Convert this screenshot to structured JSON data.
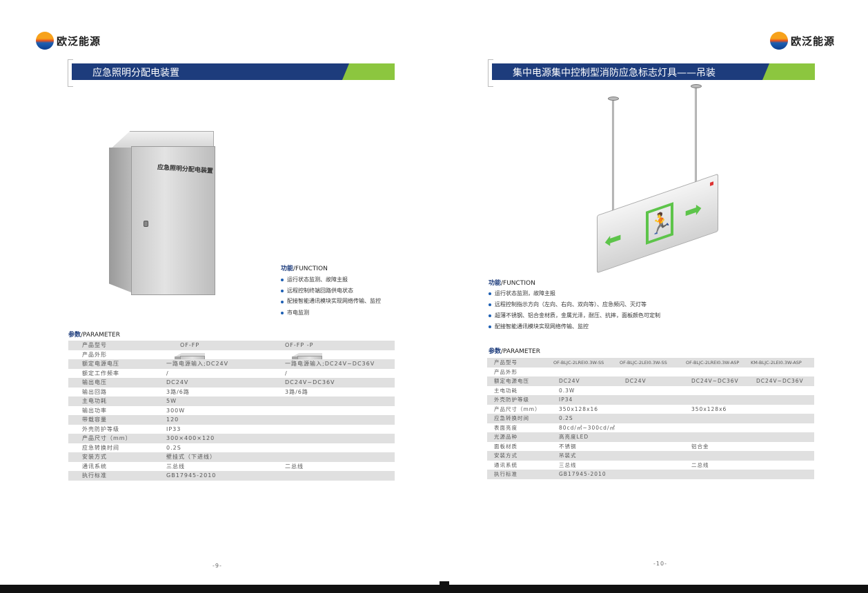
{
  "brand": {
    "name": "欧泛能源"
  },
  "left": {
    "title": "应急照明分配电装置",
    "cabinet_label": "应急照明分配电装置",
    "function_head": {
      "cn": "功能",
      "en": "/FUNCTION"
    },
    "functions": [
      "运行状态监测、故障主报",
      "远程控制终端回路供电状态",
      "配接智能通讯模块实现网络传输、监控",
      "市电监测"
    ],
    "param_head": {
      "cn": "参数",
      "en": "/PARAMETER"
    },
    "models": [
      "OF-FP",
      "OF-FP-P"
    ],
    "rows": [
      {
        "label": "产品型号",
        "v": [
          "OF-FP",
          "OF-FP -P"
        ]
      },
      {
        "label": "产品外形",
        "v": [
          "",
          ""
        ]
      },
      {
        "label": "额定电源电压",
        "v": [
          "一路电源输入;DC24V",
          "一路电源输入;DC24V~DC36V"
        ]
      },
      {
        "label": "额定工作频率",
        "v": [
          "/",
          "/"
        ]
      },
      {
        "label": "输出电压",
        "v": [
          "DC24V",
          "DC24V~DC36V"
        ]
      },
      {
        "label": "输出回路",
        "v": [
          "3路/6路",
          "3路/6路"
        ]
      },
      {
        "label": "主电功耗",
        "v": [
          "5W",
          ""
        ]
      },
      {
        "label": "输出功率",
        "v": [
          "300W",
          ""
        ]
      },
      {
        "label": "带载容量",
        "v": [
          "120",
          ""
        ]
      },
      {
        "label": "外壳防护等级",
        "v": [
          "IP33",
          ""
        ]
      },
      {
        "label": "产品尺寸（mm）",
        "v": [
          "300×400×120",
          ""
        ]
      },
      {
        "label": "应急转换时间",
        "v": [
          "0.2S",
          ""
        ]
      },
      {
        "label": "安装方式",
        "v": [
          "壁挂式（下进线）",
          ""
        ]
      },
      {
        "label": "通讯系统",
        "v": [
          "三总线",
          "二总线"
        ]
      },
      {
        "label": "执行标准",
        "v": [
          "GB17945-2010",
          ""
        ]
      }
    ],
    "page_number": "-9-"
  },
  "right": {
    "title": "集中电源集中控制型消防应急标志灯具——吊装",
    "function_head": {
      "cn": "功能",
      "en": "/FUNCTION"
    },
    "functions": [
      "运行状态监测，故障主报",
      "远程控制指示方向（左向、右向、双向等）、应急频闪、灭灯等",
      "超薄不锈钢、铝合金材质，金属光泽，耐压、抗摔，面板颜色可定制",
      "配接智能通讯模块实现网络传输、监控"
    ],
    "param_head": {
      "cn": "参数",
      "en": "/PARAMETER"
    },
    "rows": [
      {
        "label": "产品型号",
        "v": [
          "OF-BLJC-2LREⅠ0.3W-SS",
          "OF-BLJC-2LEⅠ0.3W-SS",
          "OF-BLJC-2LREⅠ0.3W-ASP",
          "KM-BLJC-2LEⅠ0.3W-ASP"
        ]
      },
      {
        "label": "产品外形",
        "v": [
          "",
          "",
          "",
          ""
        ]
      },
      {
        "label": "额定电源电压",
        "v": [
          "DC24V",
          "DC24V",
          "DC24V~DC36V",
          "DC24V~DC36V"
        ]
      },
      {
        "label": "主电功耗",
        "v": [
          "0.3W",
          "",
          "",
          ""
        ]
      },
      {
        "label": "外壳防护等级",
        "v": [
          "IP34",
          "",
          "",
          ""
        ]
      },
      {
        "label": "产品尺寸（mm）",
        "v": [
          "350x128x16",
          "",
          "350x128x6",
          ""
        ]
      },
      {
        "label": "应急转换时间",
        "v": [
          "0.2S",
          "",
          "",
          ""
        ]
      },
      {
        "label": "表面亮度",
        "v": [
          "80cd/㎡~300cd/㎡",
          "",
          "",
          ""
        ]
      },
      {
        "label": "光源品种",
        "v": [
          "高亮度LED",
          "",
          "",
          ""
        ]
      },
      {
        "label": "面板材质",
        "v": [
          "不锈钢",
          "",
          "铝合金",
          ""
        ]
      },
      {
        "label": "安装方式",
        "v": [
          "吊装式",
          "",
          "",
          ""
        ]
      },
      {
        "label": "通讯系统",
        "v": [
          "三总线",
          "",
          "二总线",
          ""
        ]
      },
      {
        "label": "执行标准",
        "v": [
          "GB17945-2010",
          "",
          "",
          ""
        ]
      }
    ],
    "page_number": "-10-"
  },
  "colors": {
    "navy": "#1d3c7c",
    "green": "#8cc63f",
    "row_gray": "#e0e0e0",
    "sign_green": "#5dc44a"
  }
}
